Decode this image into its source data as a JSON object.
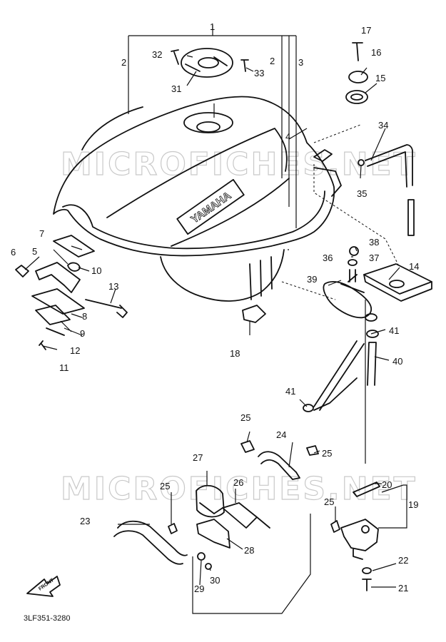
{
  "watermark": "MICROFICHES.NET",
  "diagram_code": "3LF351-3280",
  "tank_brand": "YAMAHA",
  "front_arrow_text": "FRONT",
  "callouts": [
    "1",
    "2",
    "2",
    "3",
    "4",
    "5",
    "6",
    "7",
    "8",
    "9",
    "10",
    "11",
    "12",
    "13",
    "14",
    "15",
    "16",
    "17",
    "18",
    "19",
    "20",
    "21",
    "22",
    "23",
    "24",
    "25",
    "25",
    "25",
    "25",
    "26",
    "27",
    "28",
    "29",
    "30",
    "31",
    "32",
    "33",
    "34",
    "35",
    "36",
    "37",
    "38",
    "39",
    "40",
    "41",
    "41"
  ],
  "colors": {
    "ink": "#111111",
    "watermark": "#c9c9c9",
    "background": "#ffffff"
  }
}
